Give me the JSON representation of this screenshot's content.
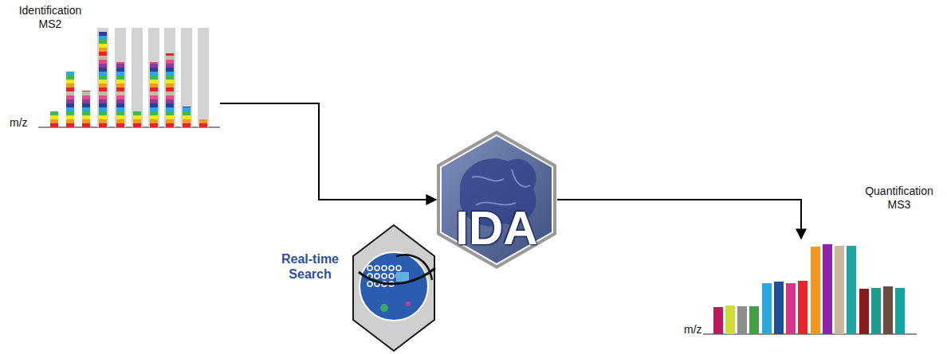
{
  "diagram": {
    "nodes": [
      {
        "text": [
          "Identification MS2",
          "m/z"
        ]
      },
      {
        "text": [
          "IDA"
        ]
      },
      {
        "text": [
          "Real-time Search"
        ]
      },
      {
        "text": [
          "Quantification MS3",
          "m/z"
        ]
      }
    ],
    "edges": [
      {
        "from": 0,
        "to": 1,
        "arrow": "to"
      },
      {
        "from": 1,
        "to": 3,
        "arrow": "to"
      }
    ]
  }
}
